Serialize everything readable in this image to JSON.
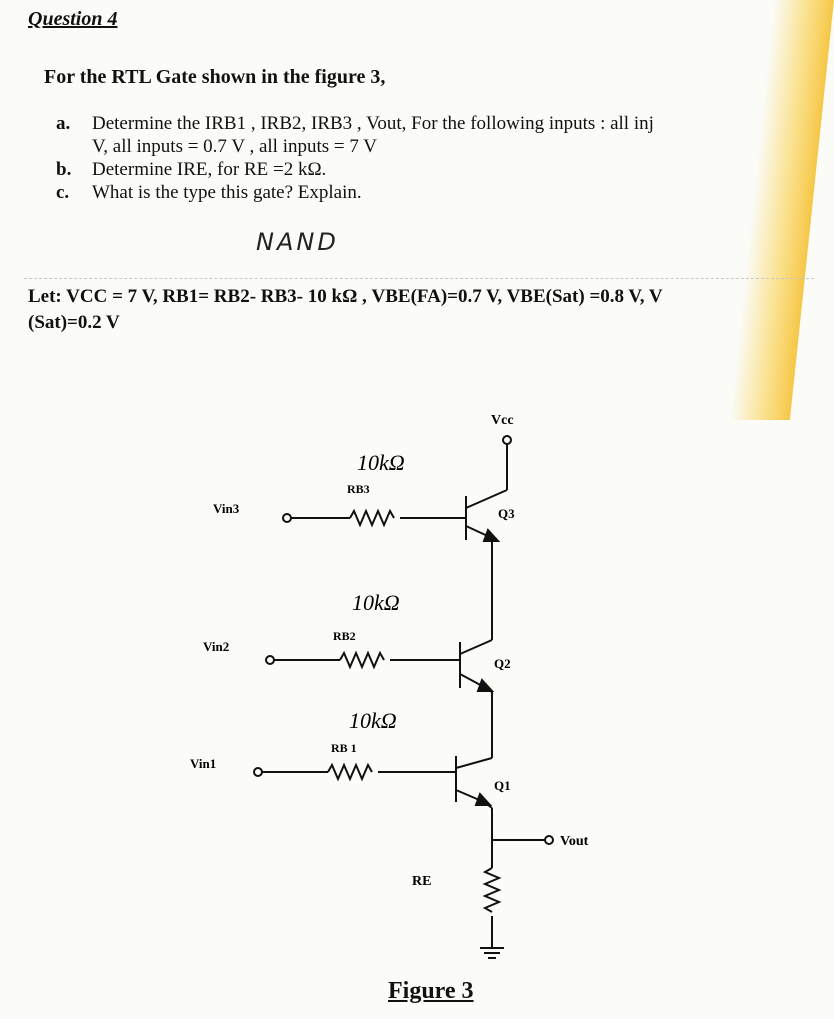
{
  "question": {
    "title": "Question 4",
    "intro": "For the RTL Gate shown in the figure 3,",
    "items": [
      {
        "label": "a.",
        "line1": "Determine the IRB1 , IRB2, IRB3 , Vout, For the following inputs : all inj",
        "line2": "V, all inputs = 0.7 V , all inputs = 7 V"
      },
      {
        "label": "b.",
        "line1": "Determine IRE, for RE =2 kΩ.",
        "line2": ""
      },
      {
        "label": "c.",
        "line1": "What is the type this gate? Explain.",
        "line2": ""
      }
    ],
    "handwritten_answer": "NAND"
  },
  "given": {
    "line1": "Let: VCC = 7 V, RB1= RB2- RB3- 10 kΩ , VBE(FA)=0.7 V, VBE(Sat) =0.8 V, V",
    "line2": "(Sat)=0.2  V"
  },
  "circuit": {
    "vcc_label": "Vcc",
    "stages": [
      {
        "input": "Vin3",
        "resistor": "RB3",
        "annotation": "10kΩ",
        "transistor": "Q3"
      },
      {
        "input": "Vin2",
        "resistor": "RB2",
        "annotation": "10kΩ",
        "transistor": "Q2"
      },
      {
        "input": "Vin1",
        "resistor": "RB 1",
        "annotation": "10kΩ",
        "transistor": "Q1"
      }
    ],
    "output_label": "Vout",
    "emitter_resistor": "RE",
    "figure_caption": "Figure 3"
  }
}
